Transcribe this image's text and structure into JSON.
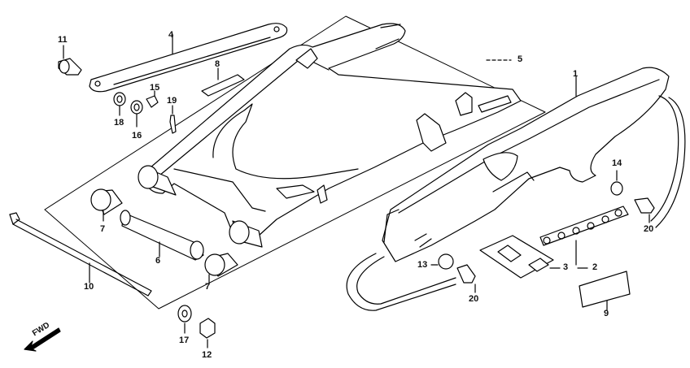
{
  "diagram": {
    "direction_label": "FWD",
    "callouts": {
      "n1": "1",
      "n2": "2",
      "n3": "3",
      "n4": "4",
      "n5": "5",
      "n6": "6",
      "n7a": "7",
      "n7b": "7",
      "n8": "8",
      "n9": "9",
      "n10": "10",
      "n11": "11",
      "n12": "12",
      "n13": "13",
      "n14": "14",
      "n15": "15",
      "n16": "16",
      "n17": "17",
      "n18": "18",
      "n19": "19",
      "n20a": "20",
      "n20b": "20"
    }
  }
}
